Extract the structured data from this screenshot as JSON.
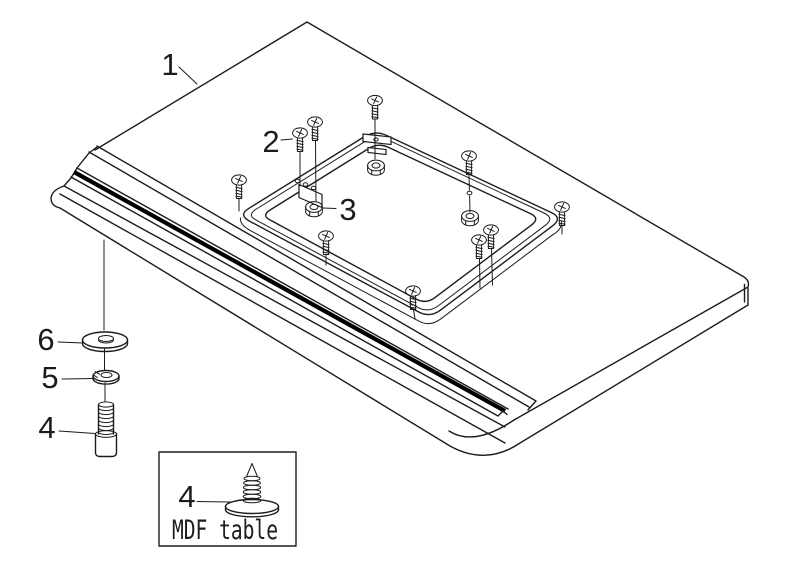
{
  "figure": {
    "kind": "exploded-parts-diagram",
    "colors": {
      "line": "#1c1c1c",
      "slot": "#000000",
      "background": "#ffffff"
    },
    "callout_labels": {
      "c1": "1",
      "c2": "2",
      "c3": "3",
      "c4": "4",
      "c5": "5",
      "c6": "6"
    },
    "legend": {
      "part_number": "4",
      "caption": "MDF table"
    }
  }
}
